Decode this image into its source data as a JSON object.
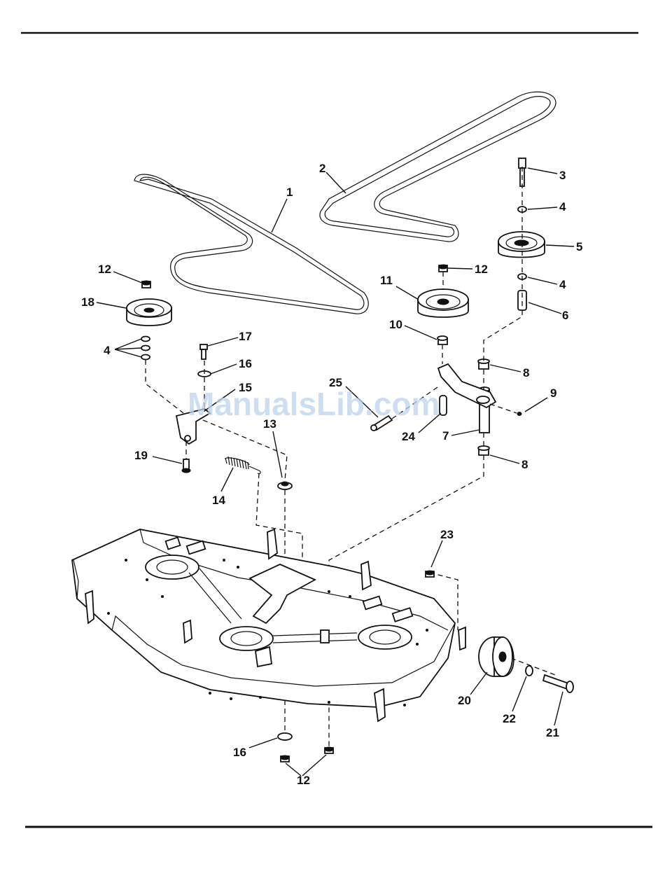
{
  "watermark": "ManualsLib.com",
  "callouts": [
    {
      "id": "c1",
      "text": "1"
    },
    {
      "id": "c2",
      "text": "2"
    },
    {
      "id": "c3",
      "text": "3"
    },
    {
      "id": "c4a",
      "text": "4"
    },
    {
      "id": "c5",
      "text": "5"
    },
    {
      "id": "c4b",
      "text": "4"
    },
    {
      "id": "c6",
      "text": "6"
    },
    {
      "id": "c12a",
      "text": "12"
    },
    {
      "id": "c18",
      "text": "18"
    },
    {
      "id": "c4c",
      "text": "4"
    },
    {
      "id": "c17",
      "text": "17"
    },
    {
      "id": "c16a",
      "text": "16"
    },
    {
      "id": "c15",
      "text": "15"
    },
    {
      "id": "c12b",
      "text": "12"
    },
    {
      "id": "c11",
      "text": "11"
    },
    {
      "id": "c10",
      "text": "10"
    },
    {
      "id": "c25",
      "text": "25"
    },
    {
      "id": "c24",
      "text": "24"
    },
    {
      "id": "c7",
      "text": "7"
    },
    {
      "id": "c8a",
      "text": "8"
    },
    {
      "id": "c9",
      "text": "9"
    },
    {
      "id": "c8b",
      "text": "8"
    },
    {
      "id": "c13",
      "text": "13"
    },
    {
      "id": "c19",
      "text": "19"
    },
    {
      "id": "c14",
      "text": "14"
    },
    {
      "id": "c23",
      "text": "23"
    },
    {
      "id": "c20",
      "text": "20"
    },
    {
      "id": "c22",
      "text": "22"
    },
    {
      "id": "c21",
      "text": "21"
    },
    {
      "id": "c16b",
      "text": "16"
    },
    {
      "id": "c12c",
      "text": "12"
    }
  ]
}
